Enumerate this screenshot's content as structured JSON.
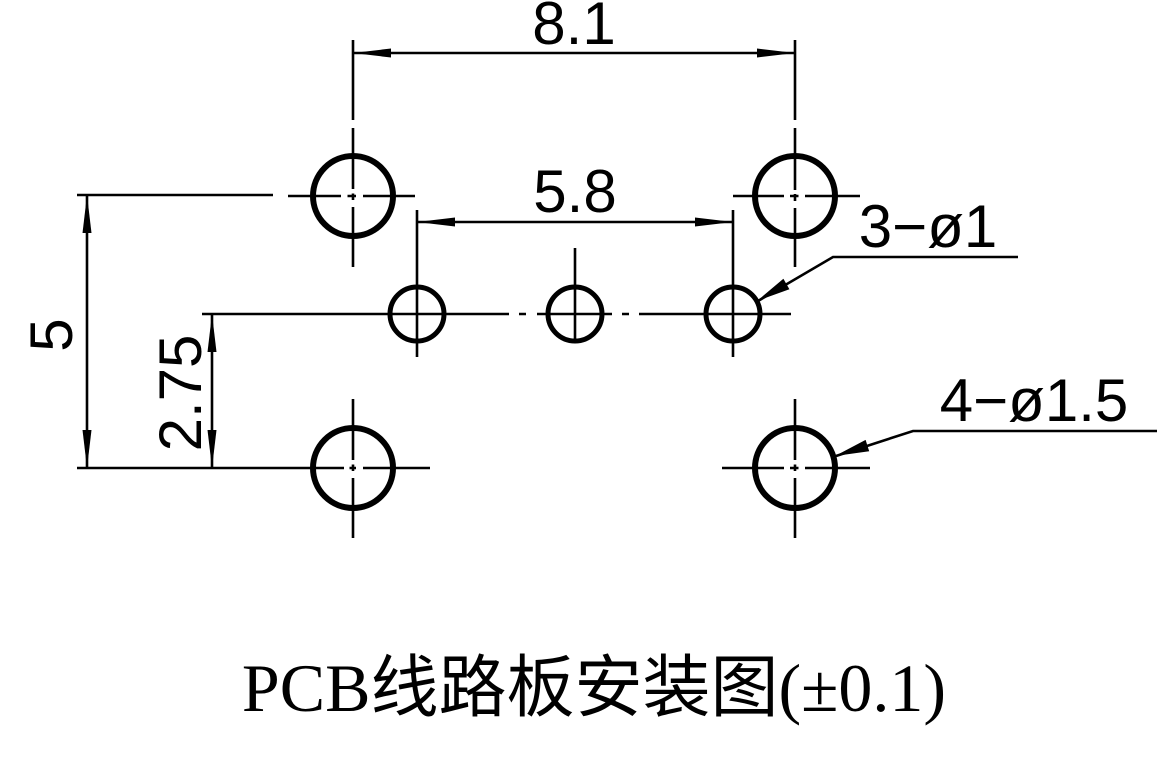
{
  "colors": {
    "ink": "#000000",
    "background": "#ffffff"
  },
  "dimensions": {
    "outer_hole_spacing_x": "8.1",
    "inner_hole_spacing_x": "5.8",
    "outer_hole_spacing_y": "5",
    "inner_hole_spacing_y": "2.75"
  },
  "hole_labels": {
    "small_holes": "3−ø1",
    "large_holes": "4−ø1.5"
  },
  "title": "PCB线路板安装图(±0.1)"
}
